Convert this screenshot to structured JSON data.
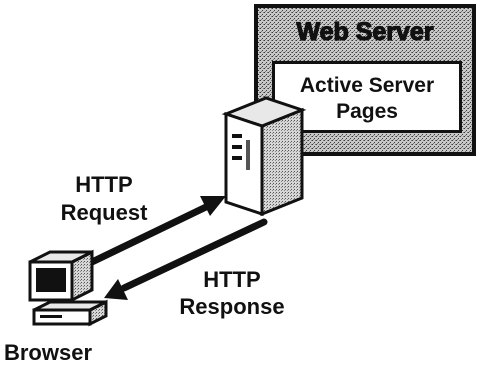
{
  "server_box": {
    "title": "Web Server",
    "inner_line1": "Active Server",
    "inner_line2": "Pages"
  },
  "request": {
    "line1": "HTTP",
    "line2": "Request"
  },
  "response": {
    "line1": "HTTP",
    "line2": "Response"
  },
  "client": {
    "label": "Browser"
  },
  "colors": {
    "ink": "#111111",
    "stipple_light": "#cfcfcf",
    "stipple_dark": "#3a3a3a",
    "paper": "#ffffff"
  }
}
